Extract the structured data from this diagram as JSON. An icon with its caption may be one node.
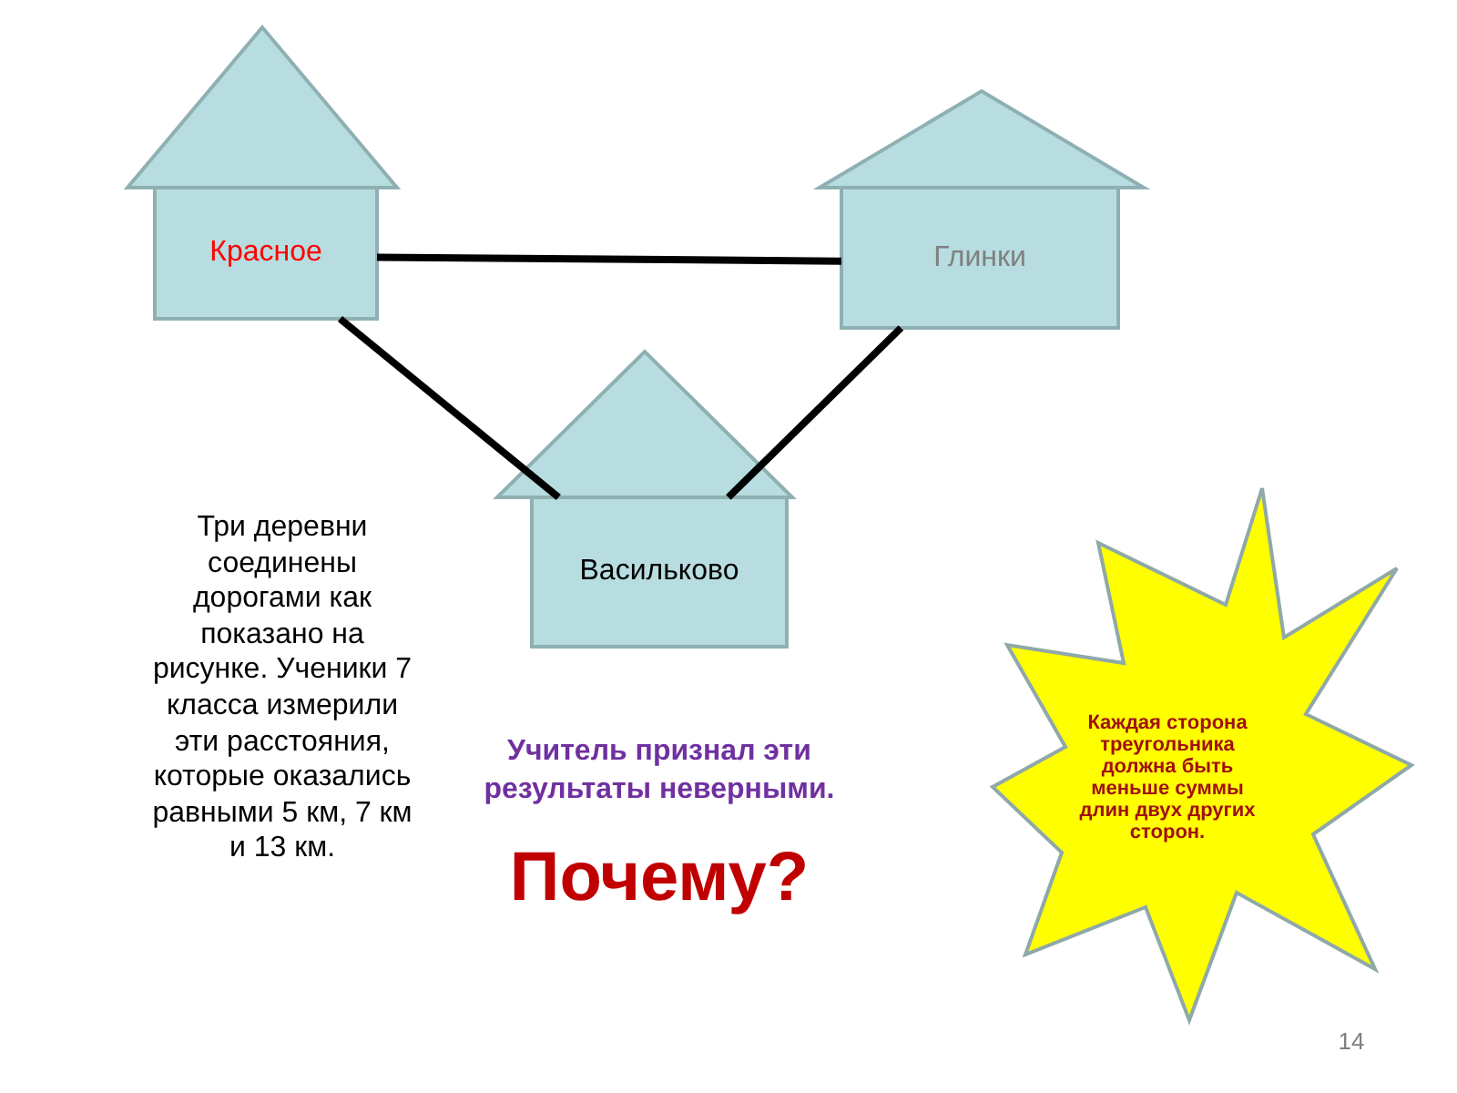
{
  "diagram": {
    "nodes": [
      {
        "text": [
          "Красное"
        ]
      },
      {
        "text": [
          "Глинки"
        ]
      },
      {
        "text": [
          "Васильково"
        ]
      },
      {
        "text": [
          "Каждая сторона треугольника должна быть меньше суммы длин двух других сторон."
        ]
      }
    ],
    "edges": [
      {
        "from": 0,
        "to": 1,
        "arrow": "none"
      },
      {
        "from": 0,
        "to": 2,
        "arrow": "none"
      },
      {
        "from": 1,
        "to": 2,
        "arrow": "none"
      }
    ],
    "labels": [
      "Три деревни соединены дорогами как показано на рисунке. Ученики 7 класса измерили эти расстояния, которые оказались равными 5 км, 7 км и  13 км.",
      "Учитель признал эти результаты неверными.",
      "Почему?",
      "14"
    ]
  }
}
